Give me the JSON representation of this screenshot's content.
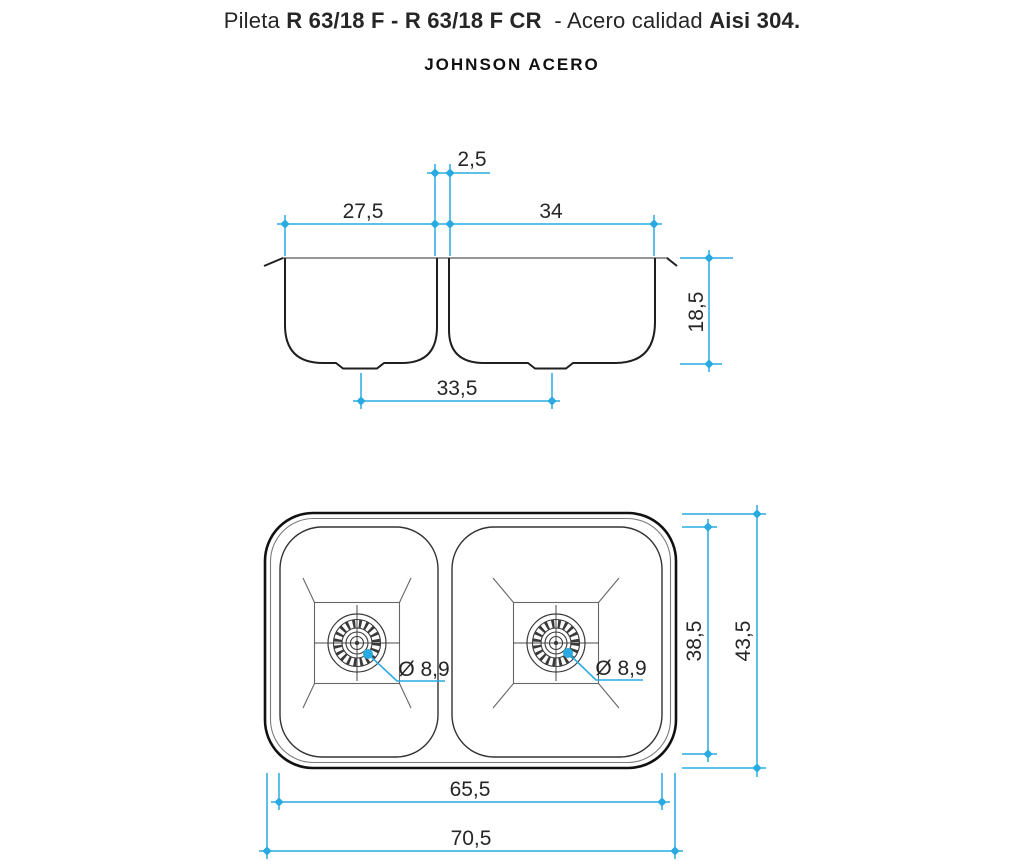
{
  "title": {
    "part1": "Pileta ",
    "part2": "R 63/18 F - R 63/18 F CR",
    "part3": "  - Acero calidad ",
    "part4": "Aisi 304."
  },
  "brand": "JOHNSON ACERO",
  "colors": {
    "dimension_accent": "#29abe2",
    "drawing_dark": "#1f1f1f",
    "drawing_gray": "#666666",
    "text": "#262626"
  },
  "elevation_view": {
    "dims": {
      "divider_width": "2,5",
      "left_bowl_width": "27,5",
      "right_bowl_width": "34",
      "bowl_depth": "18,5",
      "drain_spacing": "33,5"
    }
  },
  "plan_view": {
    "dims": {
      "bowls_outer_length": "65,5",
      "overall_length": "70,5",
      "bowl_inner_width": "38,5",
      "overall_width": "43,5",
      "left_drain_diameter": "Ø 8,9",
      "right_drain_diameter": "Ø 8,9"
    }
  }
}
